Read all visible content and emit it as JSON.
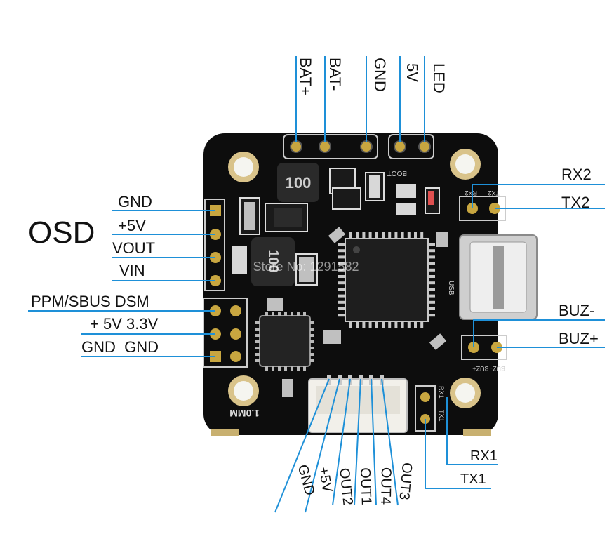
{
  "section_label": "OSD",
  "watermark": "Store No: 1291582",
  "top_pins": [
    "BAT+",
    "BAT-",
    "GND",
    "5V",
    "LED"
  ],
  "right_pins": [
    "RX2",
    "TX2",
    "BUZ-",
    "BUZ+"
  ],
  "left_osd_pins": [
    "GND",
    "+5V",
    "VOUT",
    "VIN"
  ],
  "left_rx_pins": [
    "PPM/SBUS DSM",
    "+ 5V 3.3V",
    "GND  GND"
  ],
  "bottom_pins": [
    "GND",
    "+5V",
    "OUT2",
    "OUT1",
    "OUT4",
    "OUT3"
  ],
  "uart1_pins": [
    "RX1",
    "TX1"
  ],
  "board": {
    "inductor_top": "100",
    "inductor_mid": "100",
    "boot_label": "BOOT",
    "usb_label": "USB",
    "connector_label": "1.0MM",
    "rx2_silk": "RX2",
    "tx2_silk": "TX2",
    "rx1_silk": "RX1",
    "tx1_silk": "TX1",
    "buz_silk": "BUZ-  BUZ+"
  },
  "colors": {
    "wire": "#1e90d8",
    "board": "#111111",
    "pad": "#c8a640",
    "chip": "#222222"
  }
}
